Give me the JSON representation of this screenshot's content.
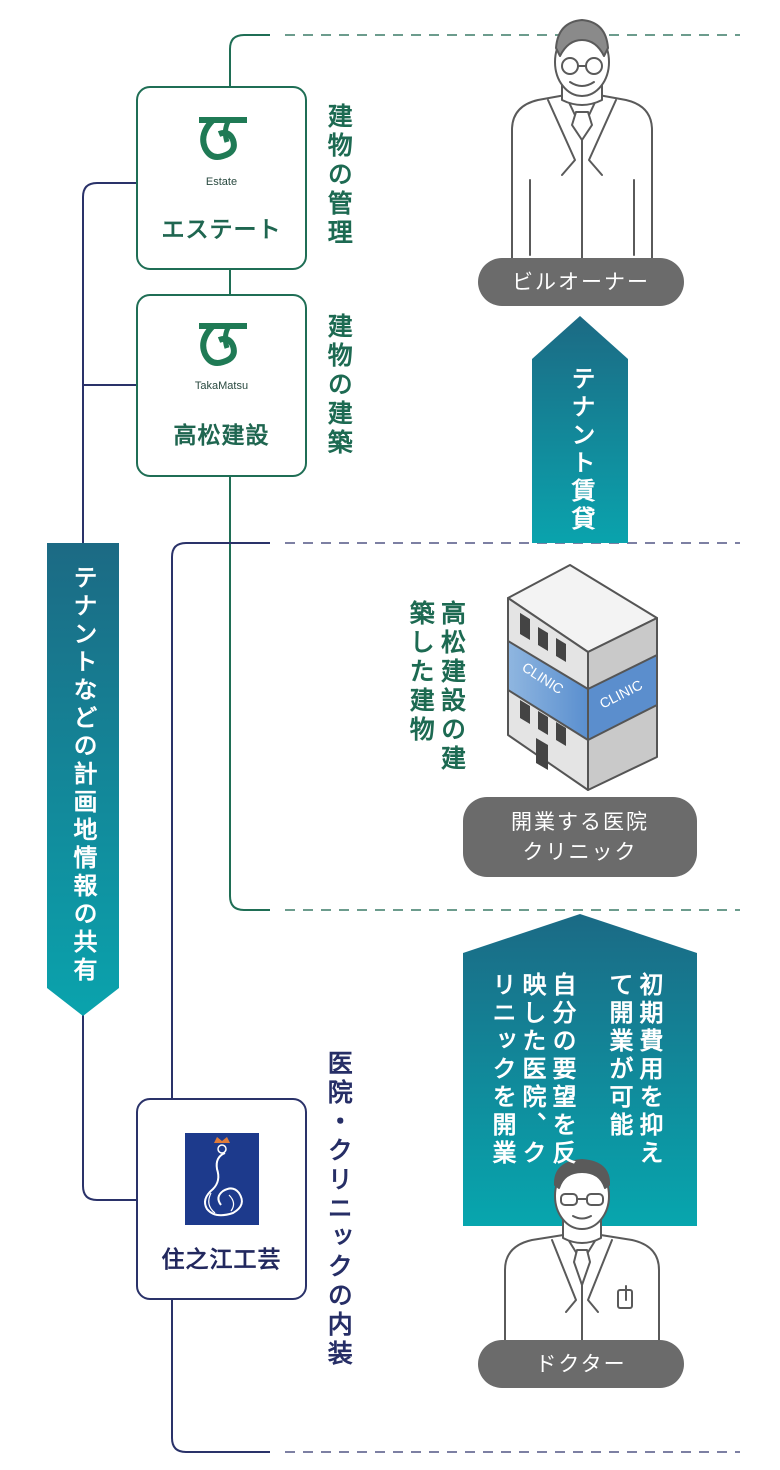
{
  "companies": {
    "estate": {
      "logo_caption": "Estate",
      "name": "エステート",
      "role": "建物の管理"
    },
    "takamatsu": {
      "logo_caption": "TakaMatsu",
      "name": "高松建設",
      "role": "建物の建築"
    },
    "suminoe": {
      "name": "住之江工芸",
      "role": "医院・クリニックの内装"
    }
  },
  "shared_info_label": "テナントなどの計画地情報の共有",
  "owner": {
    "label": "ビルオーナー",
    "arrow_label": "テナント賃貸"
  },
  "building": {
    "caption": "高松建設の建築した建物",
    "signs": [
      "CLINIC",
      "CLINIC"
    ]
  },
  "clinic": {
    "line1": "開業する医院",
    "line2": "クリニック"
  },
  "doctor": {
    "label": "ドクター",
    "benefits": [
      "初期費用を抑えて開業が可能",
      "自分の要望を反映した医院、クリニックを開業"
    ]
  },
  "colors": {
    "green": "#1f6e55",
    "navy": "#2a3269",
    "teal_top": "#1c6a84",
    "teal_bottom": "#0aa3ad",
    "pill": "#6b6b6b"
  }
}
